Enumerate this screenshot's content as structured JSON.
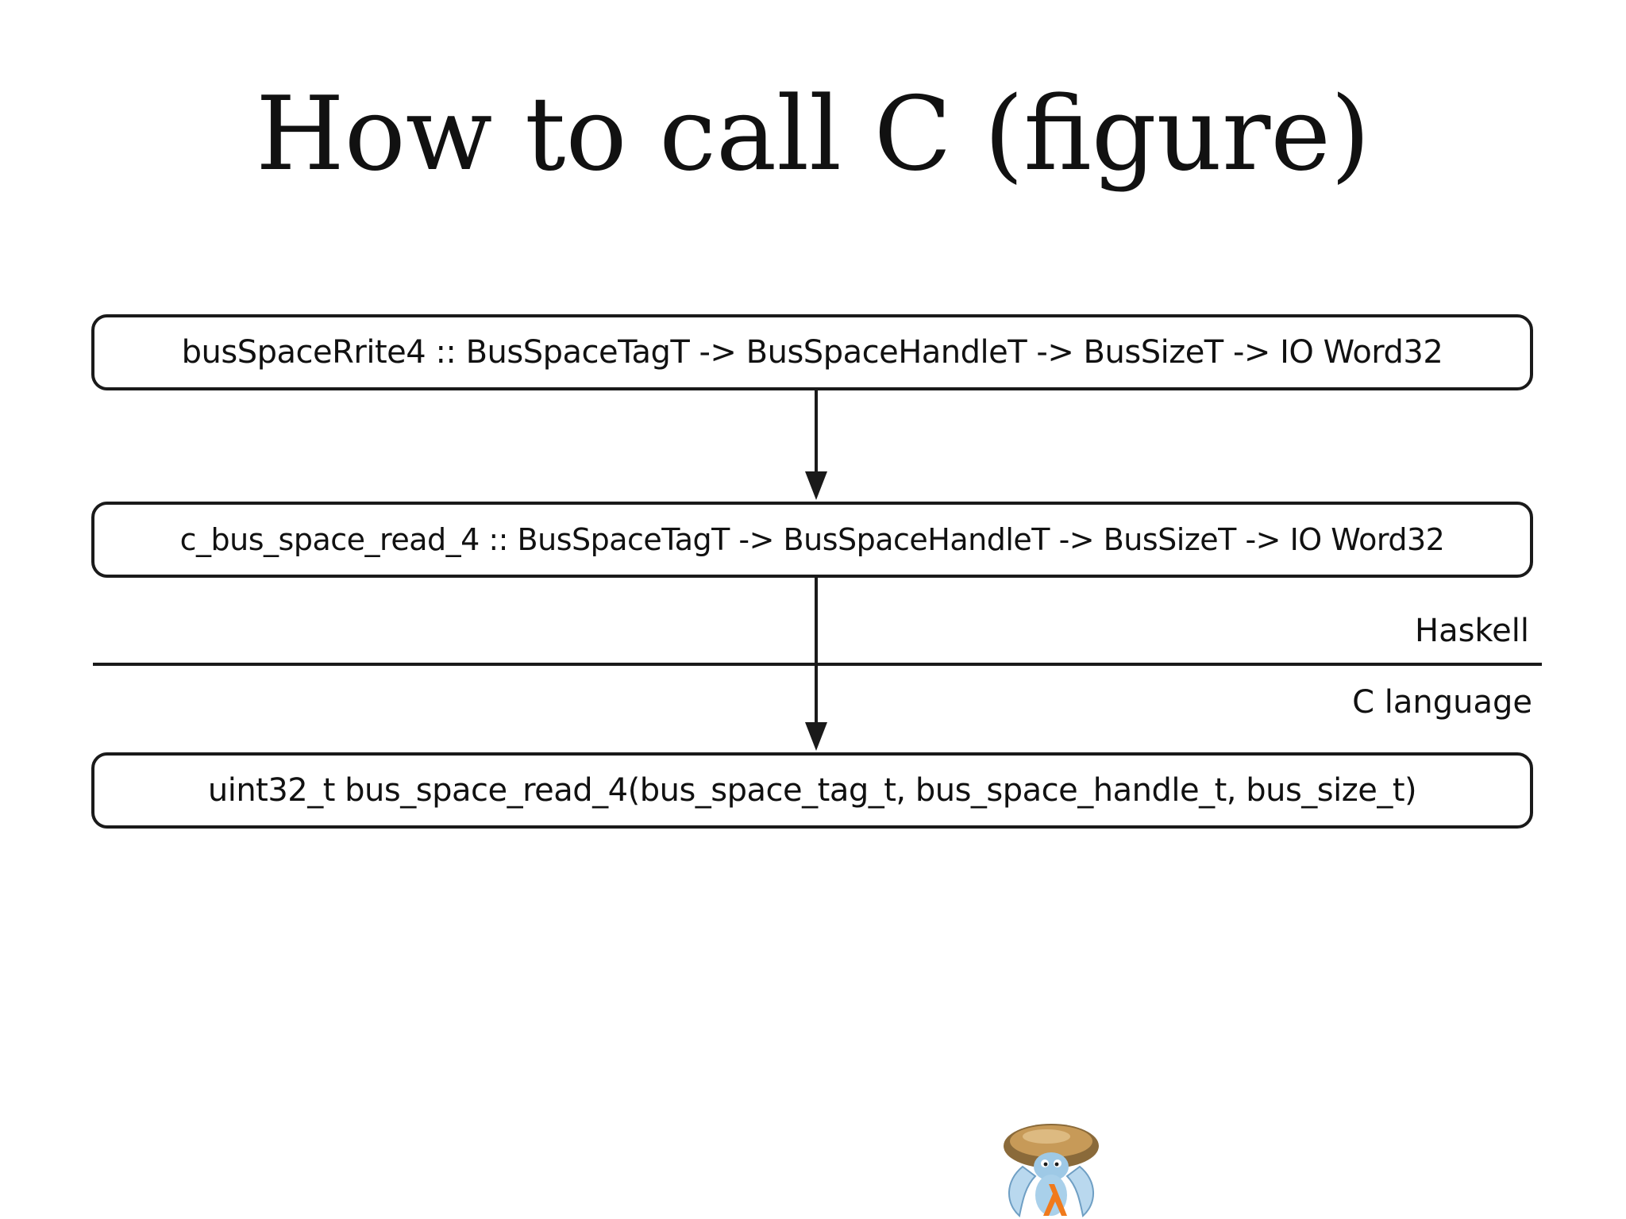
{
  "slide": {
    "title": "How to call C (figure)"
  },
  "diagram": {
    "boxes": [
      {
        "text": "busSpaceRrite4 :: BusSpaceTagT -> BusSpaceHandleT -> BusSizeT -> IO Word32"
      },
      {
        "text": "c_bus_space_read_4 :: BusSpaceTagT -> BusSpaceHandleT -> BusSizeT -> IO Word32"
      },
      {
        "text": "uint32_t bus_space_read_4(bus_space_tag_t, bus_space_handle_t, bus_size_t)"
      }
    ],
    "layers": {
      "upper": "Haskell",
      "lower": "C language"
    }
  },
  "colors": {
    "background": "#ffffff",
    "stroke": "#1a1a1a",
    "text": "#111111"
  },
  "icons": {
    "mascot": "turtle-lambda-mascot-icon"
  }
}
